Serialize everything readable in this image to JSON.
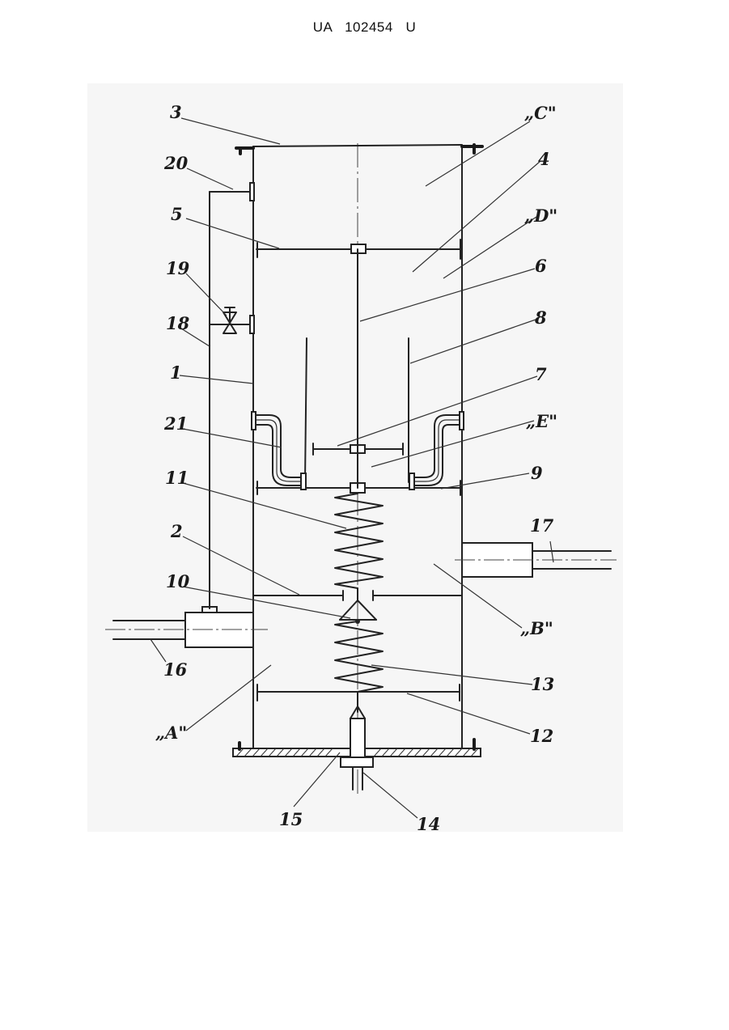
{
  "header": {
    "document_code": "UA   102454   U"
  },
  "labels": {
    "n1": "1",
    "n2": "2",
    "n3": "3",
    "n4": "4",
    "n5": "5",
    "n6": "6",
    "n7": "7",
    "n8": "8",
    "n9": "9",
    "n10": "10",
    "n11": "11",
    "n12": "12",
    "n13": "13",
    "n14": "14",
    "n15": "15",
    "n16": "16",
    "n17": "17",
    "n18": "18",
    "n19": "19",
    "n20": "20",
    "n21": "21",
    "zoneA": "„A\"",
    "zoneB": "„B\"",
    "zoneC": "„C\"",
    "zoneD": "„D\"",
    "zoneE": "„E\""
  },
  "colors": {
    "ink": "#222222",
    "paper": "#f6f6f6"
  }
}
